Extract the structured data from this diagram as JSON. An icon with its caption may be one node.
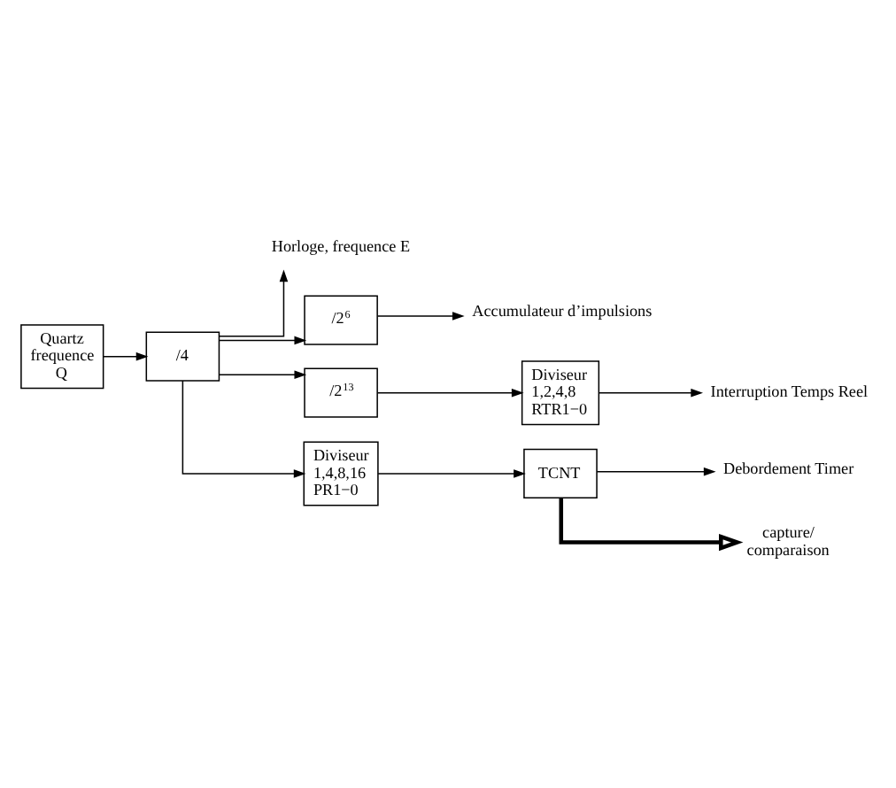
{
  "diagram": {
    "nodes": [
      {
        "text": [
          "Quartz frequence Q"
        ]
      },
      {
        "text": [
          "/4"
        ]
      },
      {
        "text": [
          "Horloge, frequence E"
        ]
      },
      {
        "text": [
          "/2$^{6}$"
        ]
      },
      {
        "text": [
          "Accumulateur d’impulsions"
        ]
      },
      {
        "text": [
          "/2$^{13}$"
        ]
      },
      {
        "text": [
          "Diviseur 1,2,4,8 RTR1−0"
        ]
      },
      {
        "text": [
          "Interruption Temps Reel"
        ]
      },
      {
        "text": [
          "Diviseur 1,4,8,16 PR1−0"
        ]
      },
      {
        "text": [
          "TCNT"
        ]
      },
      {
        "text": [
          "Debordement Timer"
        ]
      },
      {
        "text": [
          "capture/ comparaison"
        ]
      }
    ],
    "edges": [
      {
        "from": 0,
        "to": 1,
        "arrow": "to"
      },
      {
        "from": 1,
        "to": 2,
        "arrow": "to"
      },
      {
        "from": 1,
        "to": 3,
        "arrow": "to"
      },
      {
        "from": 3,
        "to": 4,
        "arrow": "to"
      },
      {
        "from": 1,
        "to": 5,
        "arrow": "to"
      },
      {
        "from": 5,
        "to": 6,
        "arrow": "to"
      },
      {
        "from": 6,
        "to": 7,
        "arrow": "to"
      },
      {
        "from": 1,
        "to": 8,
        "arrow": "to"
      },
      {
        "from": 8,
        "to": 9,
        "arrow": "to"
      },
      {
        "from": 9,
        "to": 10,
        "arrow": "to"
      },
      {
        "from": 9,
        "to": 11,
        "arrow": "to",
        "style": "thick"
      }
    ]
  }
}
